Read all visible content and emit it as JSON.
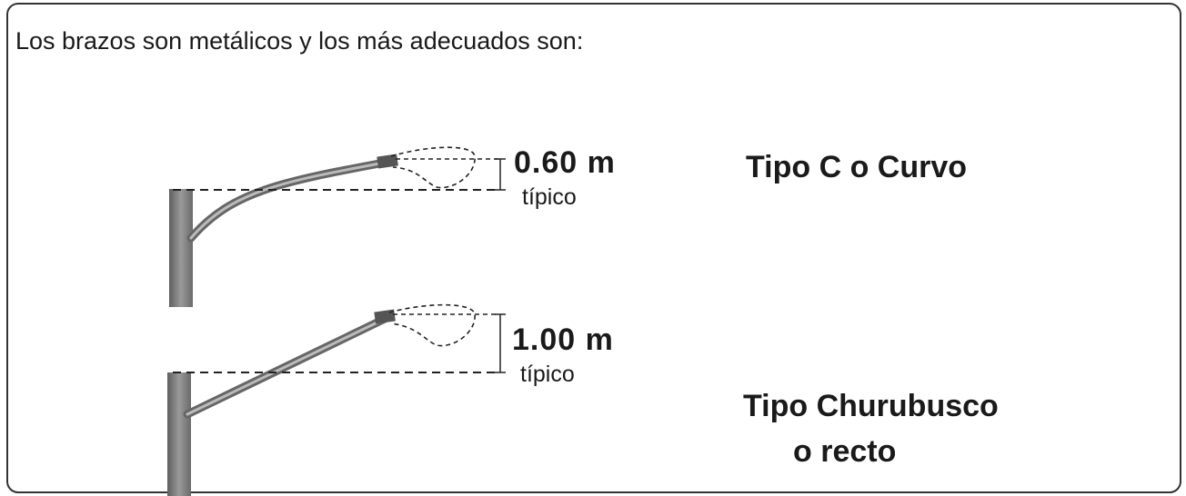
{
  "intro_text": "Los brazos son metálicos y los más adecuados son:",
  "arms": [
    {
      "dimension_value": "0.60 m",
      "dimension_note": "típico",
      "type_label": "Tipo C o Curvo",
      "type_sublabel": ""
    },
    {
      "dimension_value": "1.00 m",
      "dimension_note": "típico",
      "type_label": "Tipo Churubusco",
      "type_sublabel": "o recto"
    }
  ],
  "colors": {
    "ink": "#1a1a1a",
    "pole": "#8a8a8a",
    "frame": "#333333",
    "background": "#ffffff"
  }
}
